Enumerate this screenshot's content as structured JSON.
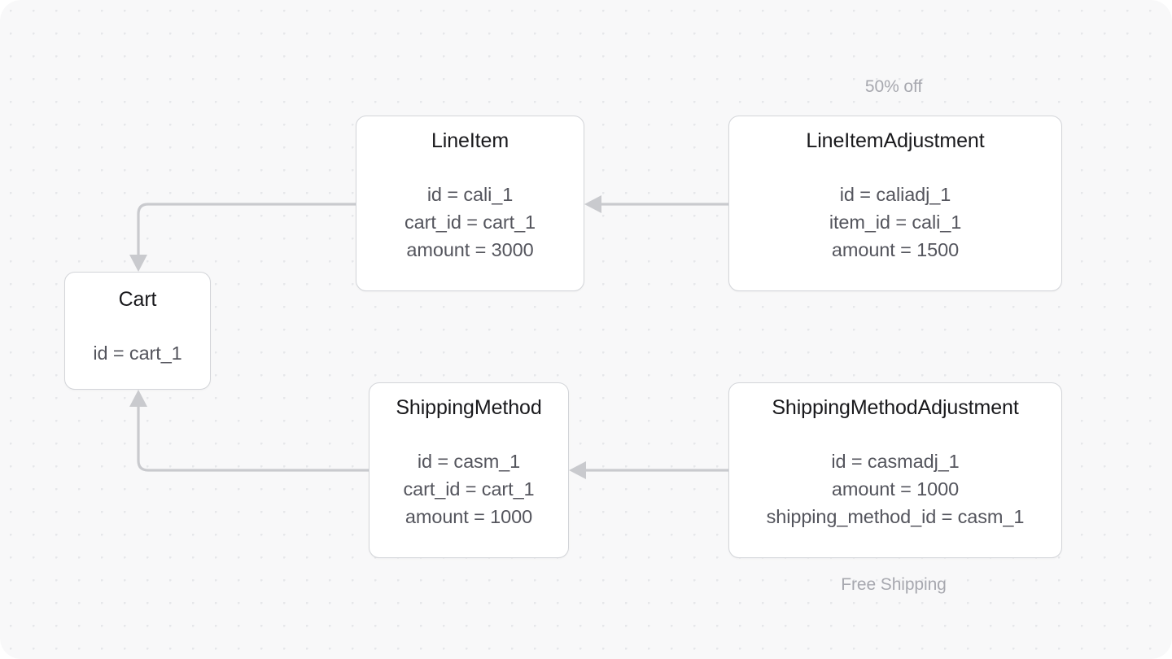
{
  "canvas": {
    "background_color": "#f8f8f9",
    "dot_color": "#e6e7ea",
    "outer_color": "#ffffff"
  },
  "theme": {
    "node_fill": "#ffffff",
    "node_border": "#d3d5d9",
    "title_color": "#19191c",
    "field_color": "#54555d",
    "edge_color": "#c9cace",
    "label_color": "#a7a8af"
  },
  "nodes": [
    {
      "id": "cart",
      "title": "Cart",
      "fields": [
        "id = cart_1"
      ]
    },
    {
      "id": "lineitem",
      "title": "LineItem",
      "fields": [
        "id = cali_1",
        "cart_id = cart_1",
        "amount = 3000"
      ]
    },
    {
      "id": "lineitemadjustment",
      "title": "LineItemAdjustment",
      "fields": [
        "id = caliadj_1",
        "item_id = cali_1",
        "amount = 1500"
      ]
    },
    {
      "id": "shippingmethod",
      "title": "ShippingMethod",
      "fields": [
        "id = casm_1",
        "cart_id = cart_1",
        "amount = 1000"
      ]
    },
    {
      "id": "shippingmethodadjustment",
      "title": "ShippingMethodAdjustment",
      "fields": [
        "id = casmadj_1",
        "amount = 1000",
        "shipping_method_id = casm_1"
      ]
    }
  ],
  "edges": [
    {
      "id": "lineitem-to-cart",
      "from": "lineitem",
      "to": "cart",
      "arrow": "down"
    },
    {
      "id": "shippingmethod-to-cart",
      "from": "shippingmethod",
      "to": "cart",
      "arrow": "up"
    },
    {
      "id": "lineitemadjustment-to-lineitem",
      "from": "lineitemadjustment",
      "to": "lineitem",
      "arrow": "left"
    },
    {
      "id": "shippingmethodadjustment-to-shippingmethod",
      "from": "shippingmethodadjustment",
      "to": "shippingmethod",
      "arrow": "left"
    }
  ],
  "labels": {
    "discount": "50% off",
    "free_shipping": "Free Shipping"
  }
}
